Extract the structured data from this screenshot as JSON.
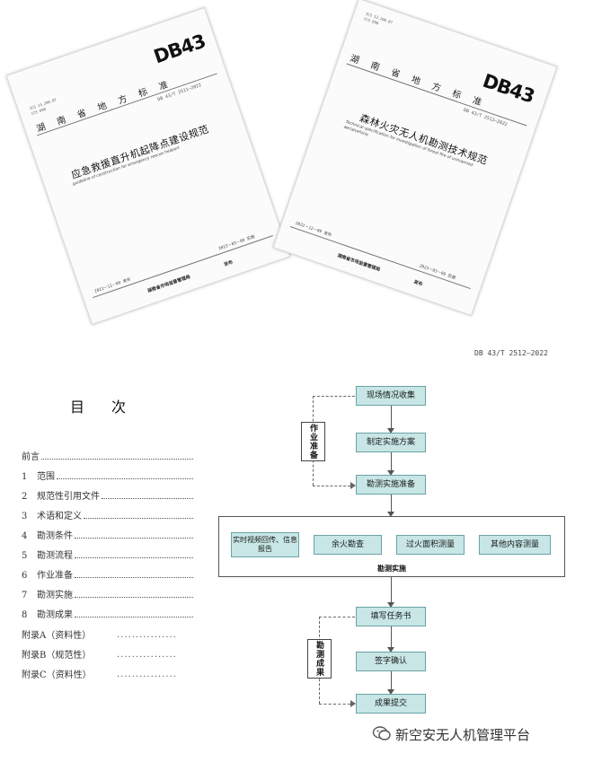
{
  "left_cover": {
    "ics": "ICS 13.200.87",
    "ccs": "CCS D90",
    "logo": "DB43",
    "province_line": "湖南省地方标准",
    "std_no": "DB 43/T 2511—2022",
    "title_cn": "应急救援直升机起降点建设规范",
    "title_en": "guideline of construction for emergency rescue heliport",
    "issue_date": "2022－12－09 发布",
    "impl_date": "2023－03－09 实施",
    "issuer": "湖南省市场监督管理局",
    "issue_word": "发布"
  },
  "right_cover": {
    "ics": "ICS 13.200.87",
    "ccs": "CCS D90",
    "logo": "DB43",
    "province_line": "湖南省地方标准",
    "std_no": "DB 43/T 2512—2022",
    "title_cn": "森林火灾无人机勘测技术规范",
    "title_en": "Technical specification for investigation of forest fire of unmanned aerialvehicle",
    "issue_date": "2022－12－09 发布",
    "impl_date": "2023－03－09 实施",
    "issuer": "湖南省市场监督管理局",
    "issue_word": "发布"
  },
  "page_std_no": "DB 43/T 2512—2022",
  "toc": {
    "title": "目次",
    "items": [
      {
        "num": "",
        "text": "前言"
      },
      {
        "num": "1",
        "text": "范围"
      },
      {
        "num": "2",
        "text": "规范性引用文件"
      },
      {
        "num": "3",
        "text": "术语和定义"
      },
      {
        "num": "4",
        "text": "勘测条件"
      },
      {
        "num": "5",
        "text": "勘测流程"
      },
      {
        "num": "6",
        "text": "作业准备"
      },
      {
        "num": "7",
        "text": "勘测实施"
      },
      {
        "num": "8",
        "text": "勘测成果"
      }
    ],
    "appendices": [
      {
        "text": "附录A（资料性）",
        "dots": "................"
      },
      {
        "text": "附录B（规范性）",
        "dots": "................"
      },
      {
        "text": "附录C（资料性）",
        "dots": "................"
      }
    ]
  },
  "flow": {
    "step1": "现场情况收集",
    "step2": "制定实施方案",
    "step3": "勘测实施准备",
    "prep_label": "作业准备",
    "sub1": "实时视频回传、信息报告",
    "sub2": "余火勘查",
    "sub3": "过火面积测量",
    "sub4": "其他内容测量",
    "impl_label": "勘测实施",
    "step4": "填写任务书",
    "step5": "签字确认",
    "step6": "成果提交",
    "result_label": "勘测成果"
  },
  "watermark": "新空安无人机管理平台",
  "colors": {
    "flow_box": "#c7e6e5",
    "flow_border": "#6aa3a6"
  }
}
